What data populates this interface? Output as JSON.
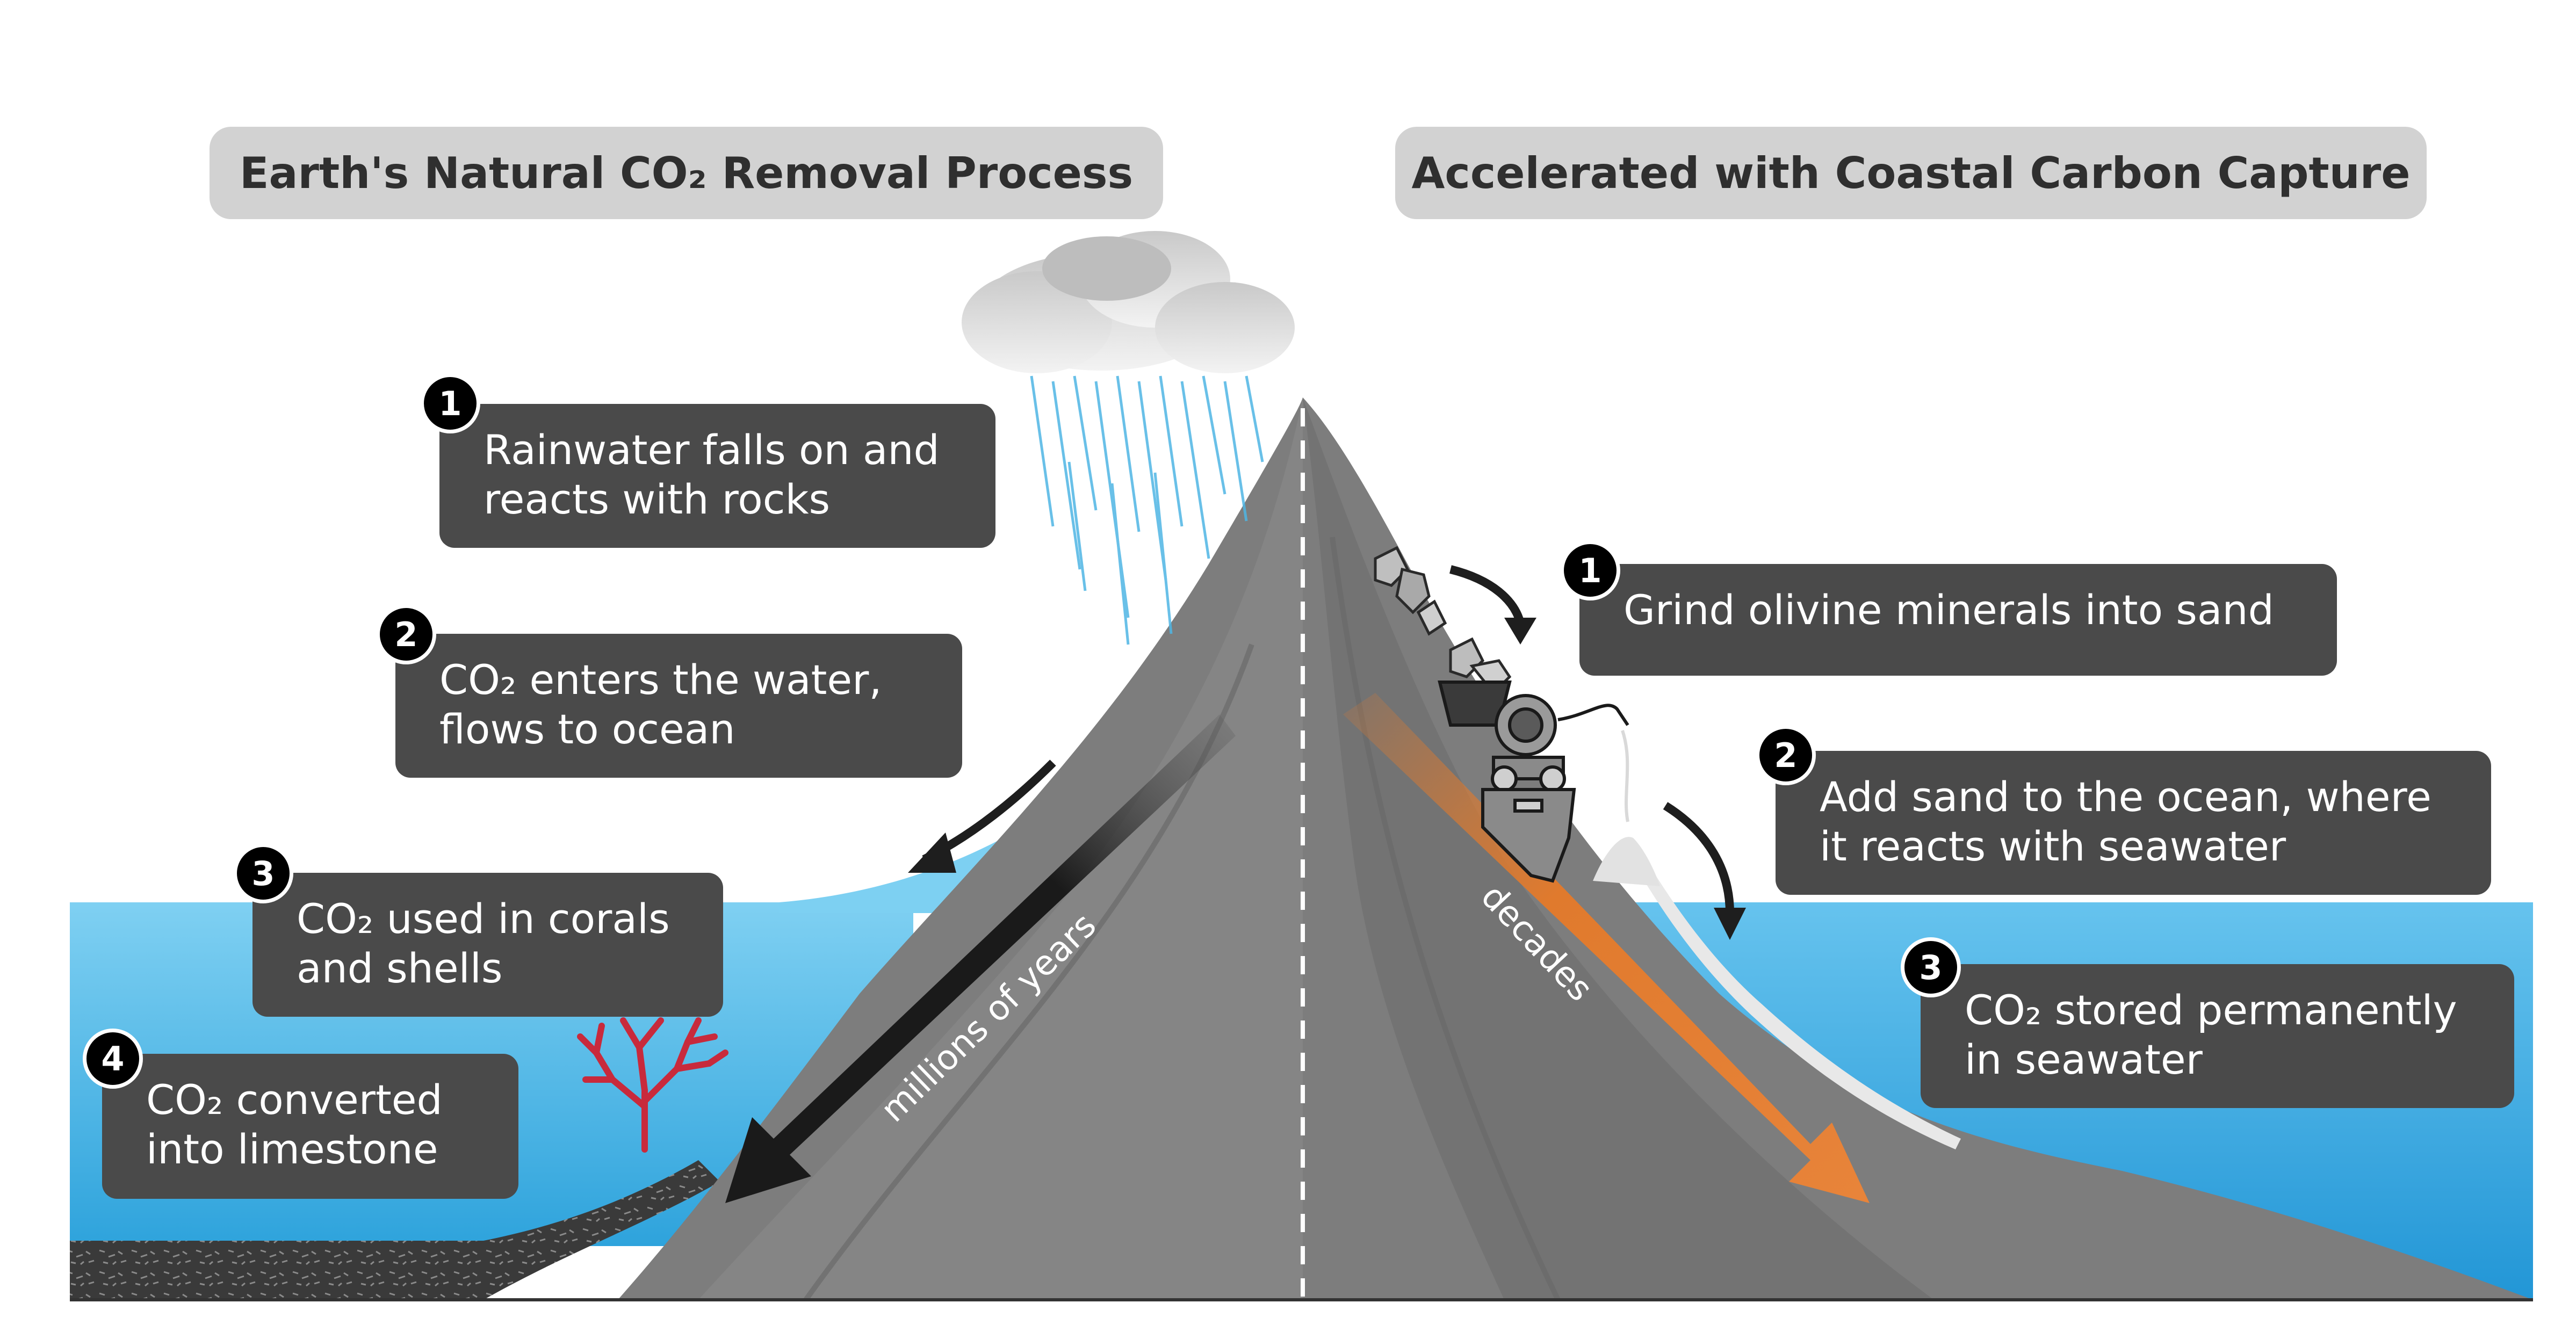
{
  "headers": {
    "left": "Earth's Natural CO₂ Removal Process",
    "right": "Accelerated with Coastal Carbon Capture"
  },
  "natural_steps": [
    {
      "number": "1",
      "lines": [
        "Rainwater falls on and",
        "reacts with rocks"
      ]
    },
    {
      "number": "2",
      "lines": [
        "CO₂ enters the water,",
        "flows to ocean"
      ]
    },
    {
      "number": "3",
      "lines": [
        "CO₂ used in corals",
        "and shells"
      ]
    },
    {
      "number": "4",
      "lines": [
        "CO₂ converted",
        "into limestone"
      ]
    }
  ],
  "accelerated_steps": [
    {
      "number": "1",
      "lines": [
        "Grind olivine minerals into sand"
      ]
    },
    {
      "number": "2",
      "lines": [
        "Add sand to the ocean, where",
        "it reacts with seawater"
      ]
    },
    {
      "number": "3",
      "lines": [
        "CO₂ stored permanently",
        "in seawater"
      ]
    }
  ],
  "timescales": {
    "natural": "millions of years",
    "accelerated": "decades"
  },
  "colors": {
    "header_bg": "#d2d2d2",
    "callout_bg": "#4a4a4a",
    "ocean": "#4fb6e4",
    "mountain": "#7d7d7d",
    "natural_arrow": "#1e1e1e",
    "accelerated_arrow": "#e07a2d",
    "coral": "#c82a3c"
  }
}
